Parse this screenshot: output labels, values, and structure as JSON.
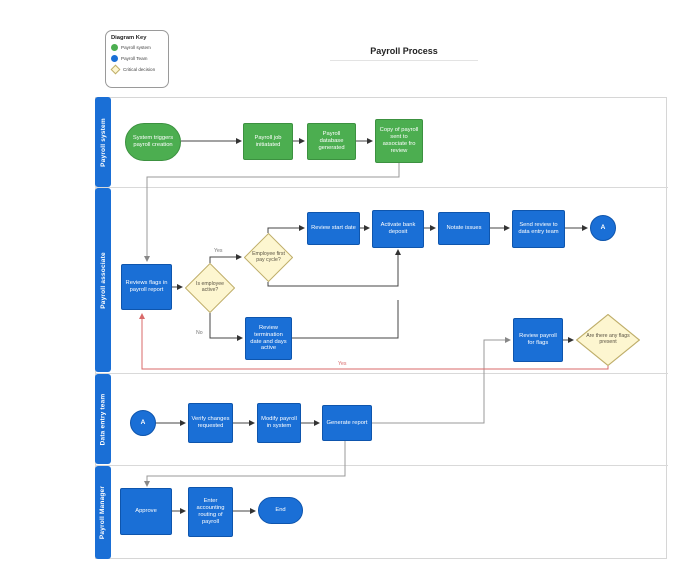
{
  "title": "Payroll Process",
  "legend": {
    "title": "Diagram Key",
    "items": [
      {
        "label": "Payroll system",
        "swatch": "green-circle"
      },
      {
        "label": "Payroll Team",
        "swatch": "blue-circle"
      },
      {
        "label": "Critical decision",
        "swatch": "yellow-diamond"
      }
    ]
  },
  "lanes": [
    {
      "label": "Payroll system"
    },
    {
      "label": "Payroll associate"
    },
    {
      "label": "Data entry team"
    },
    {
      "label": "Payroll Manager"
    }
  ],
  "nodes": {
    "start": "System triggers payroll creation",
    "payroll_job": "Payroll job initiatated",
    "payroll_db": "Payroll database generated",
    "copy_sent": "Copy of payroll sent to associate fro review",
    "reviews_flags": "Reviews flags in payroll report",
    "is_active": "Is employee active?",
    "first_cycle": "Employee first pay cycle?",
    "review_start": "Review start date",
    "activate_bank": "Activate bank deposit",
    "notate_issues": "Notate issues",
    "send_review": "Send review to data entry team",
    "connector_a1": "A",
    "review_termination": "Review termination date and days active",
    "review_payroll_flags": "Review payroll for flags",
    "flags_present": "Are there any flags present",
    "connector_a2": "A",
    "verify_changes": "Verify changes requested",
    "modify_payroll": "Modify payroll in system",
    "generate_report": "Generate report",
    "approve": "Approve",
    "enter_accounting": "Enter accounting routing of payroll",
    "end": "End"
  },
  "edge_labels": {
    "yes_active": "Yes",
    "no_active": "No",
    "yes_flags": "Yes"
  },
  "colors": {
    "system_green": "#4cae50",
    "team_blue": "#1a6fd6",
    "decision_yellow": "#fdf6d0",
    "loop_red": "#d96a6a"
  }
}
